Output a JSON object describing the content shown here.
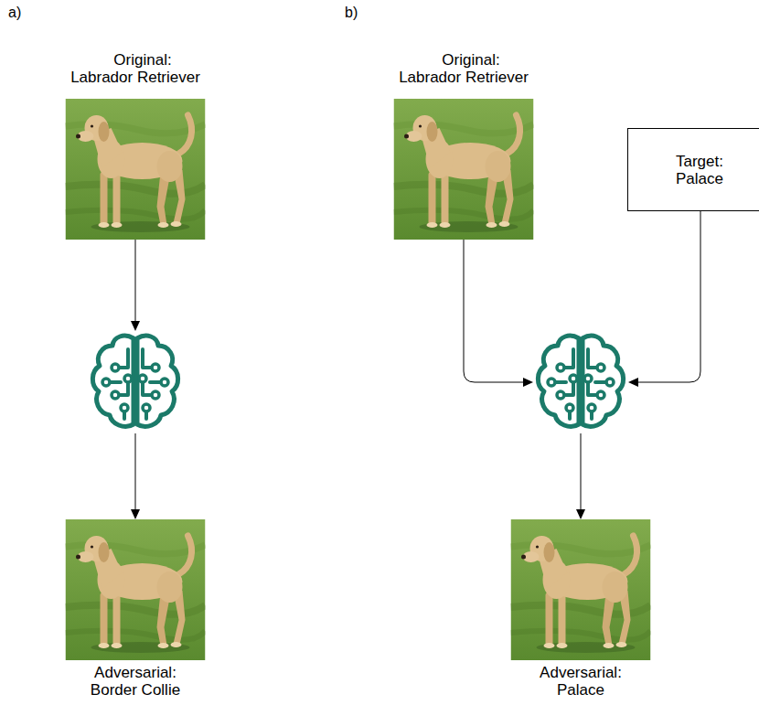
{
  "diagram": {
    "nodes": [
      {
        "text": [
          "Original: Labrador Retriever"
        ]
      },
      {
        "text": []
      },
      {
        "text": [
          "Adversarial: Border Collie"
        ]
      },
      {
        "text": [
          "Original: Labrador Retriever"
        ]
      },
      {
        "text": [
          "Target: Palace"
        ]
      },
      {
        "text": []
      },
      {
        "text": [
          "Adversarial: Palace"
        ]
      }
    ],
    "edges": [
      {
        "from": 0,
        "to": 1,
        "arrow": "to"
      },
      {
        "from": 1,
        "to": 2,
        "arrow": "to"
      },
      {
        "from": 3,
        "to": 5,
        "arrow": "to"
      },
      {
        "from": 4,
        "to": 5,
        "arrow": "to"
      },
      {
        "from": 5,
        "to": 6,
        "arrow": "to"
      }
    ],
    "labels": [
      "a)",
      "b)"
    ]
  }
}
